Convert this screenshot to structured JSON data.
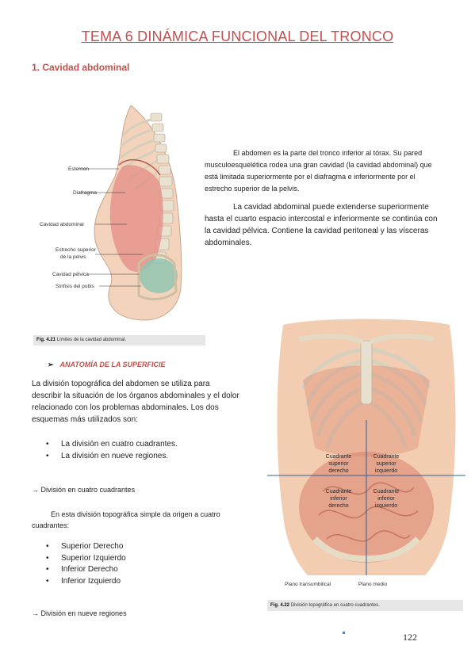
{
  "title": "TEMA  6  DINÁMICA FUNCIONAL DEL TRONCO",
  "section_heading": "1. Cavidad abdominal",
  "paragraph_1": "El abdomen es la parte del tronco inferior al tórax. Su pared musculoesquelética rodea una gran cavidad (la cavidad abdominal) que está limitada superiormente por el diafragma e inferiormente por el estrecho superior de la pelvis.",
  "paragraph_2": "La cavidad abdominal puede extenderse superiormente hasta el cuarto espacio intercostal e inferiormente se continúa con la cavidad pélvica. Contiene la cavidad peritoneal y las vísceras abdominales.",
  "figure_1": {
    "labels": {
      "esternon": "Esternon",
      "diafragma": "Diafragma",
      "cavidad": "Cavidad abdominal",
      "estrecho_1": "Estrecho superior",
      "estrecho_2": "de la pelvis",
      "pelvica": "Cavidad  pélvica",
      "sinfisis": "Sínfisis del pubis"
    },
    "caption_number": "Fig. 4.21",
    "caption_text": "Límites de la cavidad abdominal."
  },
  "anatomy_heading": "ANATOMÍA DE LA SUPERFICIE",
  "anatomy_arrow": "➢",
  "paragraph_3": "La división topográfica del abdomen se utiliza para describir la situación de los órganos abdominales y el dolor relacionado con los problemas abdominales. Los dos esquemas más utilizados son:",
  "list_1": [
    "La división en cuatro cuadrantes.",
    "La división en nueve regiones."
  ],
  "arrow_heading_1": "→ División en cuatro cuadrantes",
  "paragraph_4": "En esta división topográfica simple da origen a cuatro cuadrantes:",
  "list_2": [
    "Superior Derecho",
    "Superior Izquierdo",
    "Inferior Derecho",
    "Inferior Izquierdo"
  ],
  "arrow_heading_2": "→ División en nueve regiones",
  "figure_2": {
    "q_sup_der_1": "Cuadrante",
    "q_sup_der_2": "superior",
    "q_sup_der_3": "derecho",
    "q_sup_izq_1": "Cuadrante",
    "q_sup_izq_2": "superior",
    "q_sup_izq_3": "izquierdo",
    "q_inf_der_1": "Cuadrante",
    "q_inf_der_2": "inferior",
    "q_inf_der_3": "derecho",
    "q_inf_izq_1": "Cuadrante",
    "q_inf_izq_2": "inferior",
    "q_inf_izq_3": "izquierdo",
    "plano_transumbilical": "Plano transumbilical",
    "plano_medio": "Plano medio",
    "caption_number": "Fig. 4.22",
    "caption_text": "División topográfica en cuatro cuadrantes."
  },
  "page_number": "122",
  "colors": {
    "heading_red": "#c0504d",
    "skin": "#f3c9a8",
    "muscle": "#d9826b",
    "bone": "#e8e2d2",
    "quadrant_line": "#2f5f9e"
  }
}
